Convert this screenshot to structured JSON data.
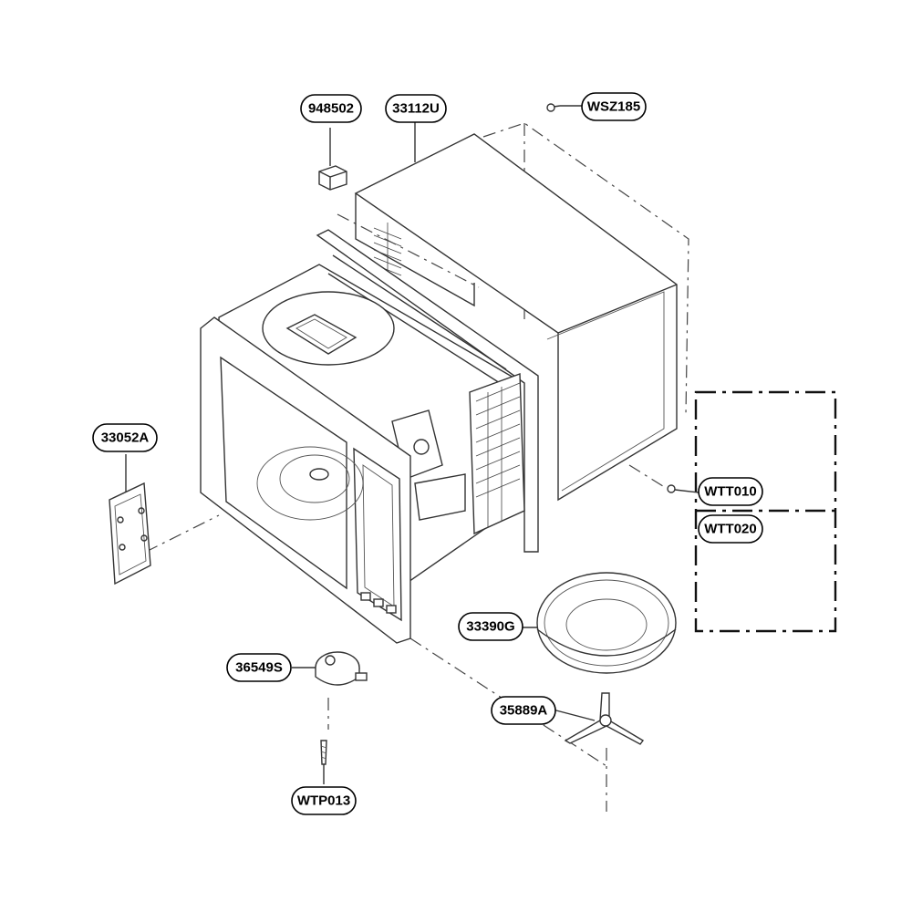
{
  "colors": {
    "line": "#333333",
    "label_border": "#000000",
    "background": "#ffffff"
  },
  "parts": [
    {
      "id": "948502",
      "label": "948502"
    },
    {
      "id": "33112U",
      "label": "33112U"
    },
    {
      "id": "WSZ185",
      "label": "WSZ185"
    },
    {
      "id": "33052A",
      "label": "33052A"
    },
    {
      "id": "WTT010",
      "label": "WTT010"
    },
    {
      "id": "WTT020",
      "label": "WTT020"
    },
    {
      "id": "33390G",
      "label": "33390G"
    },
    {
      "id": "36549S",
      "label": "36549S"
    },
    {
      "id": "35889A",
      "label": "35889A"
    },
    {
      "id": "WTP013",
      "label": "WTP013"
    }
  ]
}
